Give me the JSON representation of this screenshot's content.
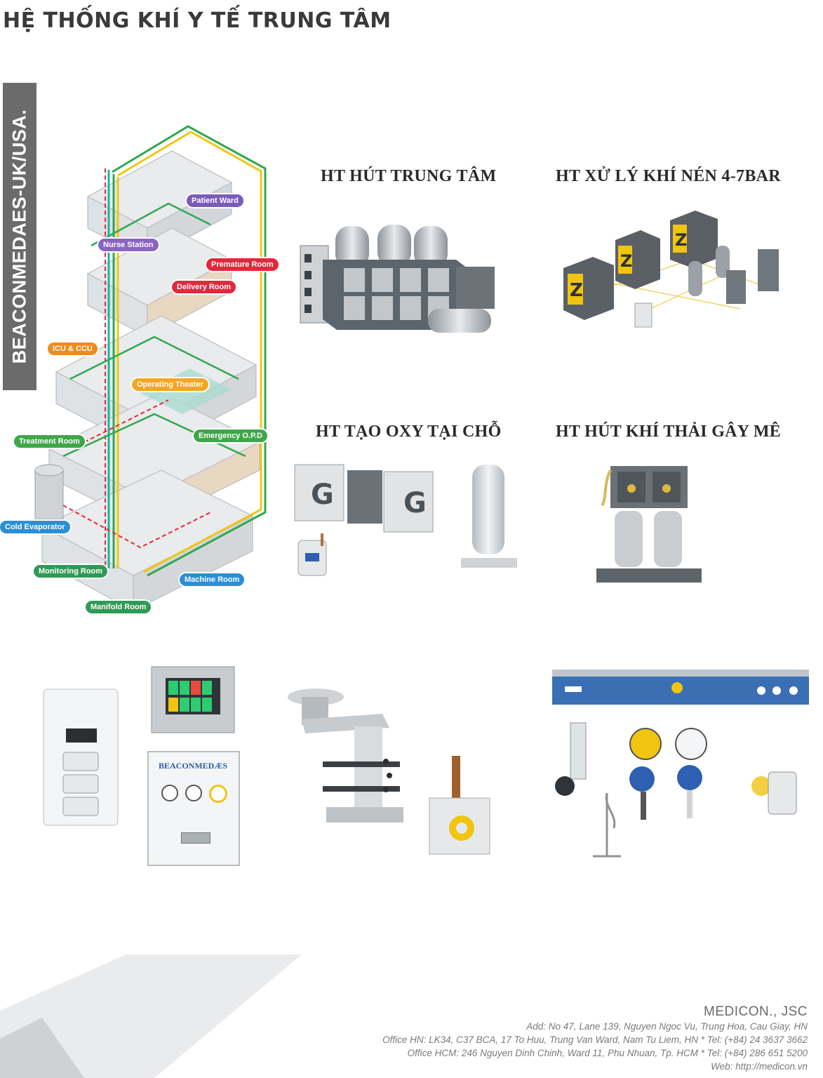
{
  "title": "HỆ THỐNG KHÍ Y TẾ TRUNG TÂM",
  "side_band": "BEACONMEDAES-UK/USA.",
  "rooms": [
    {
      "label": "Patient Ward",
      "color": "#7a5bb8"
    },
    {
      "label": "Nurse Station",
      "color": "#8a64c2"
    },
    {
      "label": "Premature Room",
      "color": "#e2293c"
    },
    {
      "label": "Delivery Room",
      "color": "#e2293c"
    },
    {
      "label": "ICU & CCU",
      "color": "#f08a1c"
    },
    {
      "label": "Operating Theater",
      "color": "#f4a623"
    },
    {
      "label": "Emergency O.P.D",
      "color": "#3fa64a"
    },
    {
      "label": "Treatment Room",
      "color": "#3fa64a"
    },
    {
      "label": "Cold Evaporator",
      "color": "#2a8fd6"
    },
    {
      "label": "Monitoring Room",
      "color": "#2f9a55"
    },
    {
      "label": "Machine Room",
      "color": "#2a8fd6"
    },
    {
      "label": "Manifold Room",
      "color": "#2f9a55"
    }
  ],
  "sections": {
    "central_suction": "HT HÚT TRUNG TÂM",
    "compressed_air": "HT XỬ LÝ KHÍ NÉN 4-7BAR",
    "oxygen_generator": "HT TẠO OXY TẠI CHỖ",
    "agss": "HT HÚT KHÍ THẢI GÂY MÊ"
  },
  "product_marks": {
    "beacon_logo": "BEACONMEDÆS"
  },
  "footer": {
    "company": "MEDICON., JSC",
    "address": "Add: No 47, Lane 139, Nguyen Ngoc Vu, Trung Hoa, Cau Giay, HN",
    "office_hn": "Office HN: LK34, C37 BCA, 17 To Huu, Trung Van Ward, Nam Tu Liem, HN  * Tel: (+84) 24 3637 3662",
    "office_hcm": "Office HCM: 246 Nguyen Dinh Chinh, Ward 11, Phu Nhuan, Tp. HCM  * Tel: (+84) 286 651 5200",
    "web": "Web: http://medicon.vn"
  },
  "colors": {
    "band": "#6b6b6b",
    "pipe_green": "#2fa84f",
    "pipe_teal": "#1fb3a6",
    "pipe_yellow": "#f2c515",
    "pipe_red": "#e2293c",
    "machine_blue": "#2e5fb0",
    "compressor_yellow": "#f1c40f"
  }
}
